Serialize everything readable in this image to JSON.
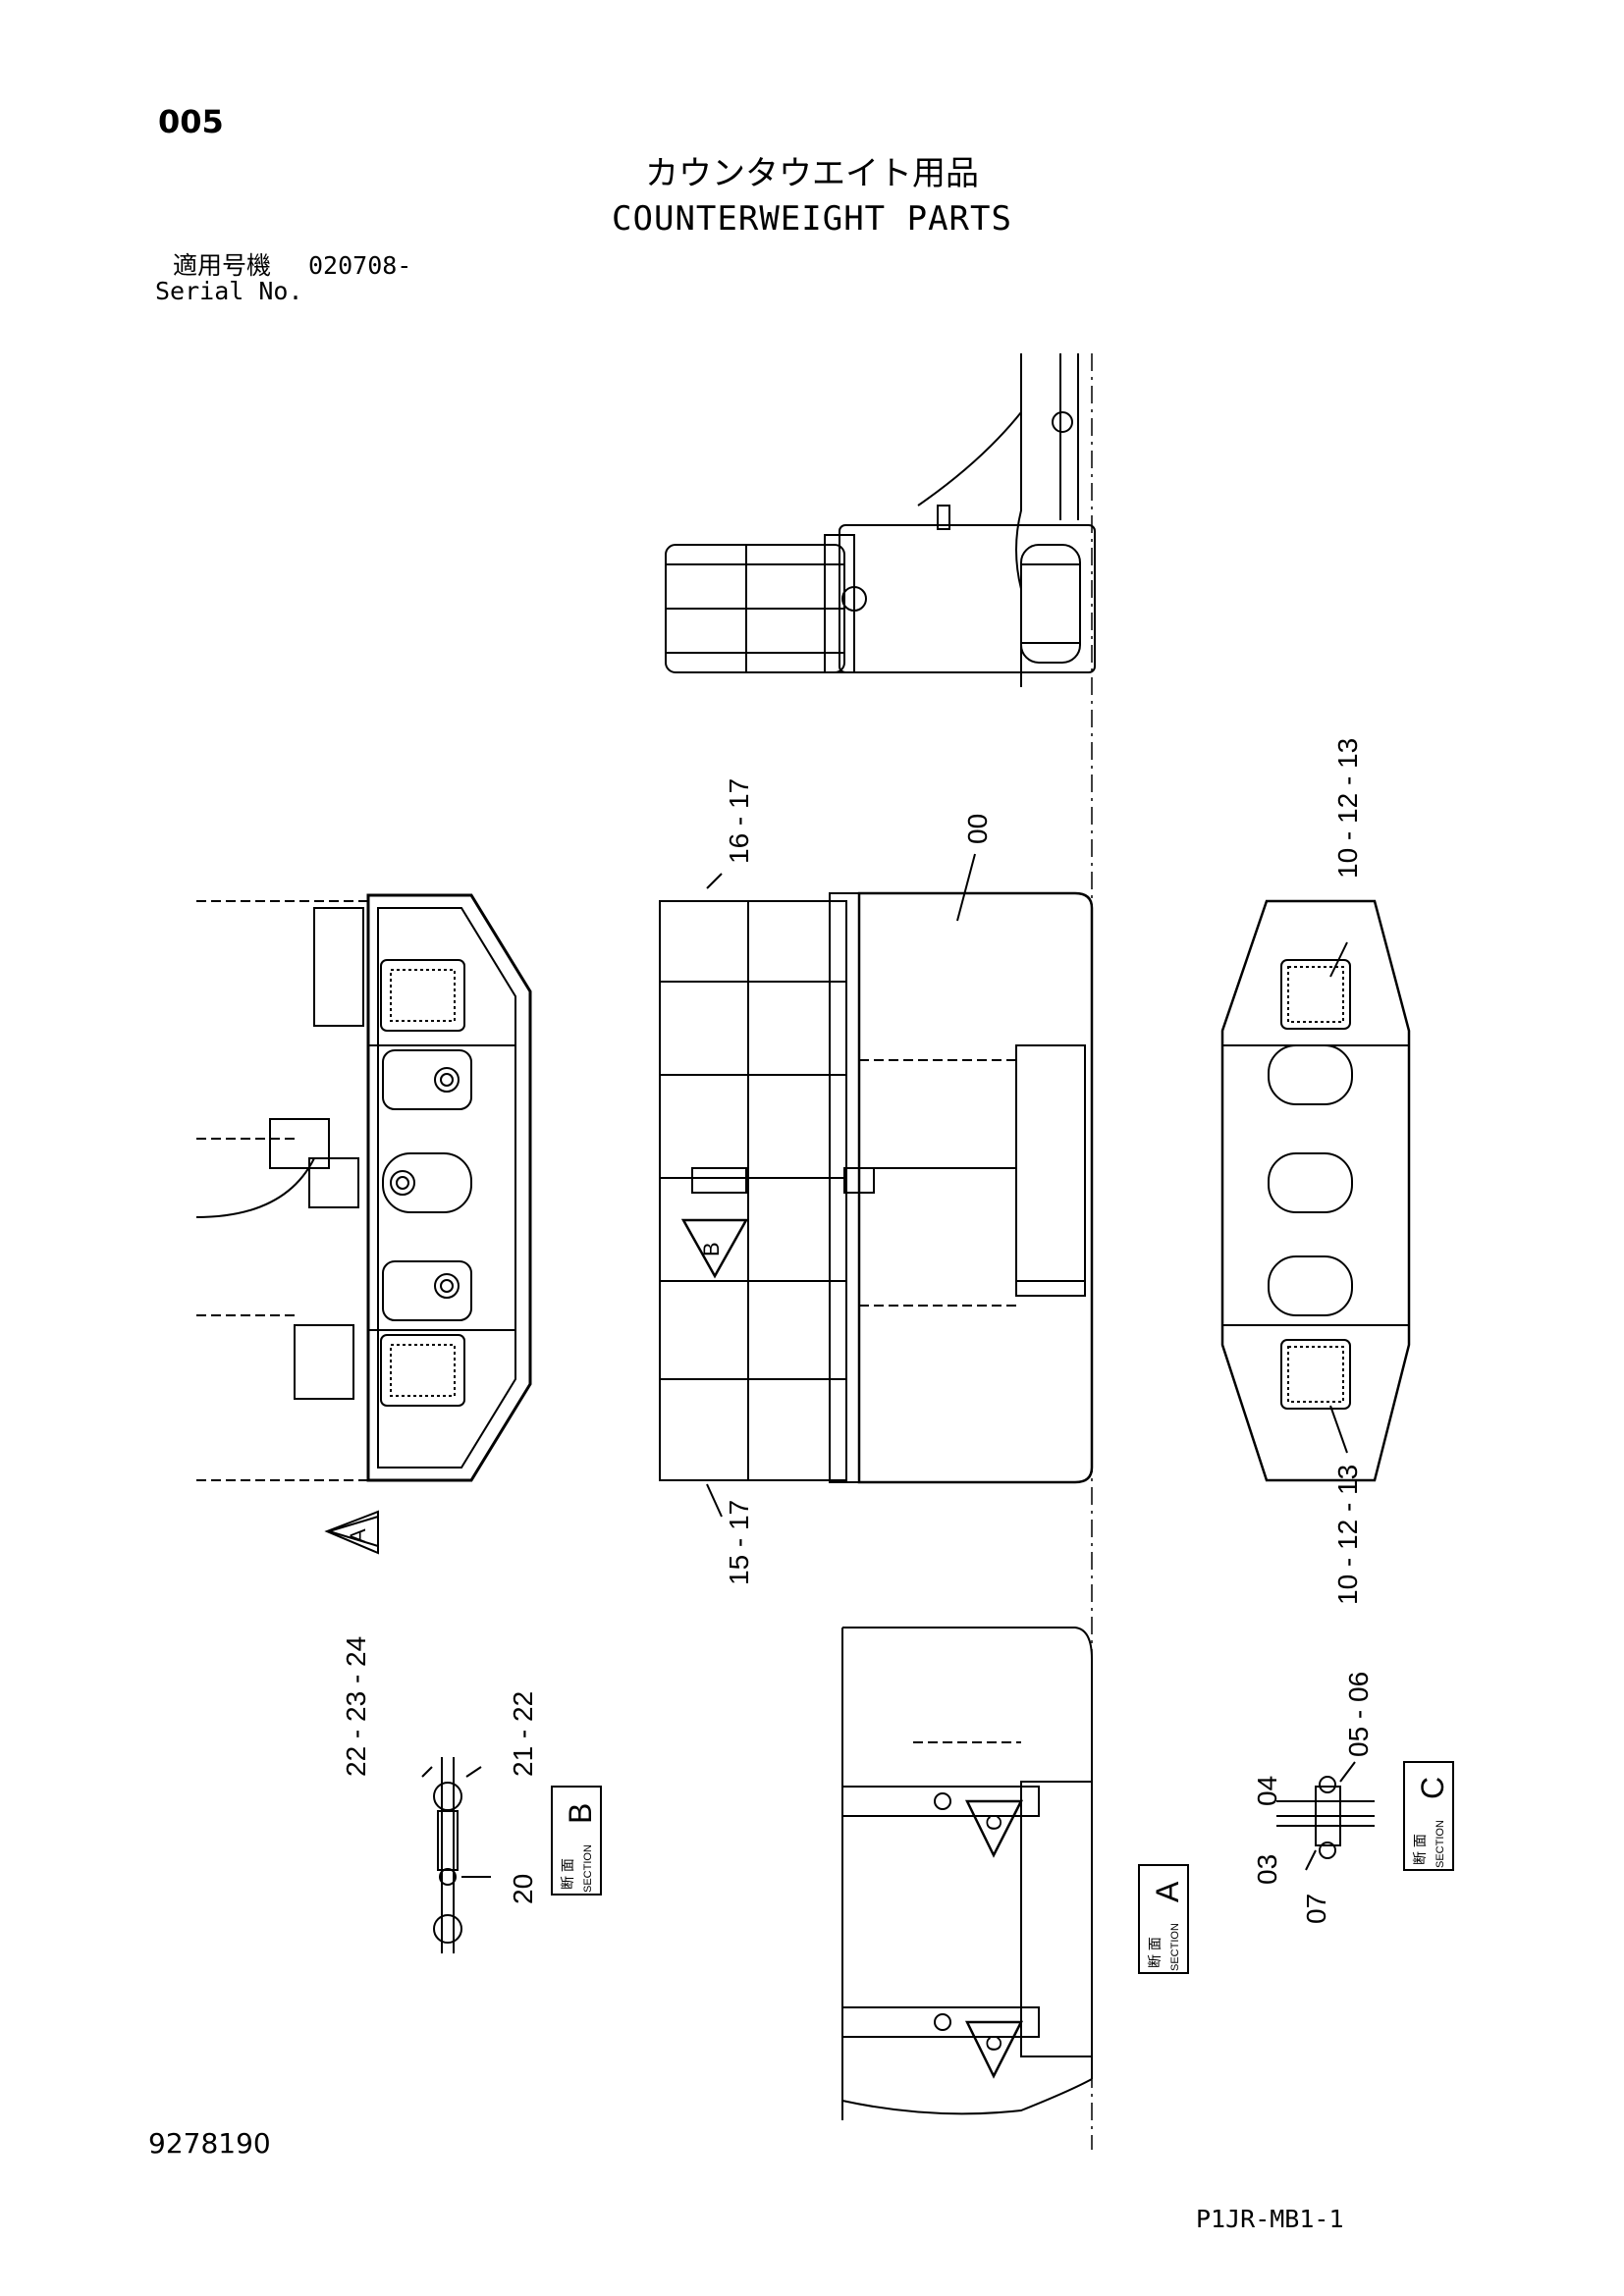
{
  "header": {
    "page_number": "005",
    "title_jp": "カウンタウエイト用品",
    "title_en": "COUNTERWEIGHT PARTS",
    "serial_label_jp": "適用号機",
    "serial_value": "020708-",
    "serial_label_en": "Serial No."
  },
  "footer": {
    "document_number": "9278190",
    "sheet_id": "P1JR-MB1-1"
  },
  "callouts": {
    "top_grill": "16 - 17",
    "counterweight": "00",
    "bottom_grill": "15 - 17",
    "right_top": "10 - 12 - 13",
    "right_bottom": "10 - 12 - 13",
    "sec_b_left": "22 - 23 - 24",
    "sec_b_right": "21 - 22",
    "sec_b_bottom": "20",
    "sec_c_top": "05 - 06",
    "sec_c_04": "04",
    "sec_c_03": "03",
    "sec_c_07": "07"
  },
  "views": {
    "view_a": "A",
    "view_b": "B",
    "view_c": "C"
  },
  "section_labels": {
    "jp": "断 面",
    "en": "SECTION",
    "a": "A",
    "b": "B",
    "c": "C"
  }
}
